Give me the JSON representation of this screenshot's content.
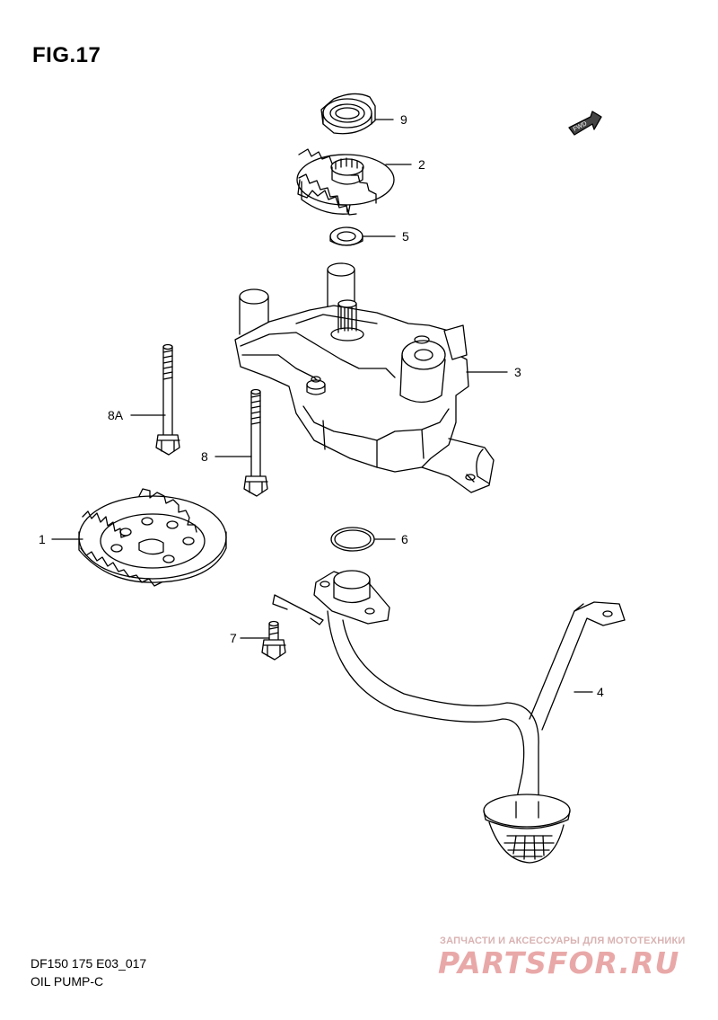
{
  "figure": {
    "title": "FIG.17",
    "code": "DF150 175 E03_017",
    "name": "OIL PUMP-C",
    "fwd_label": "FWD"
  },
  "callouts": [
    {
      "label": "9",
      "part": "oil-seal"
    },
    {
      "label": "2",
      "part": "driven-gear"
    },
    {
      "label": "5",
      "part": "washer"
    },
    {
      "label": "3",
      "part": "oil-pump-assembly"
    },
    {
      "label": "8A",
      "part": "long-bolt"
    },
    {
      "label": "8",
      "part": "bolt"
    },
    {
      "label": "1",
      "part": "drive-gear"
    },
    {
      "label": "6",
      "part": "o-ring"
    },
    {
      "label": "7",
      "part": "short-bolt"
    },
    {
      "label": "4",
      "part": "strainer-pipe"
    }
  ],
  "watermark": {
    "text": "ЗАПЧАСТИ И АКСЕССУАРЫ ДЛЯ МОТОТЕХНИКИ",
    "logo": "PARTSFOR.RU"
  }
}
